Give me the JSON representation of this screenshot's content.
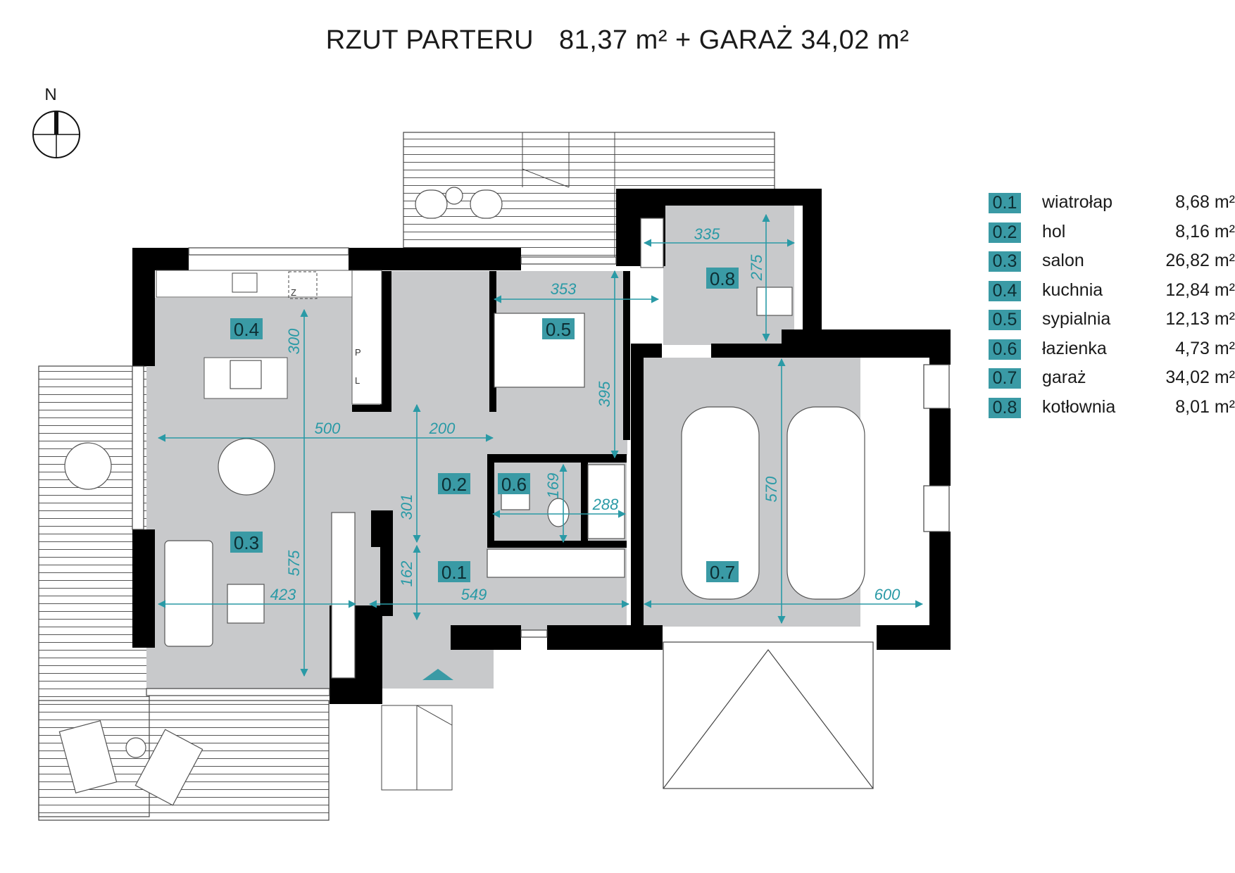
{
  "header": {
    "title_main": "RZUT PARTERU",
    "title_area": "81,37 m² + GARAŻ 34,02 m²"
  },
  "compass": {
    "label": "N"
  },
  "rooms": [
    {
      "code": "0.1",
      "name": "wiatrołap",
      "area": "8,68 m²"
    },
    {
      "code": "0.2",
      "name": "hol",
      "area": "8,16 m²"
    },
    {
      "code": "0.3",
      "name": "salon",
      "area": "26,82 m²"
    },
    {
      "code": "0.4",
      "name": "kuchnia",
      "area": "12,84 m²"
    },
    {
      "code": "0.5",
      "name": "sypialnia",
      "area": "12,13 m²"
    },
    {
      "code": "0.6",
      "name": "łazienka",
      "area": "4,73 m²"
    },
    {
      "code": "0.7",
      "name": "garaż",
      "area": "34,02 m²"
    },
    {
      "code": "0.8",
      "name": "kotłownia",
      "area": "8,01 m²"
    }
  ],
  "dimensions": {
    "d335": "335",
    "d275": "275",
    "d353": "353",
    "d300": "300",
    "d395": "395",
    "d500": "500",
    "d200": "200",
    "d169": "169",
    "d288": "288",
    "d301": "301",
    "d570": "570",
    "d162": "162",
    "d575": "575",
    "d423": "423",
    "d549": "549",
    "d600": "600"
  },
  "fixtures": {
    "fridge_p": "P",
    "fridge_l": "L",
    "boiler_z": "Z"
  },
  "colors": {
    "accent": "#3a9aa5",
    "dimension": "#2a9aa6",
    "floor": "#c8c9cb",
    "wall": "#000000"
  }
}
